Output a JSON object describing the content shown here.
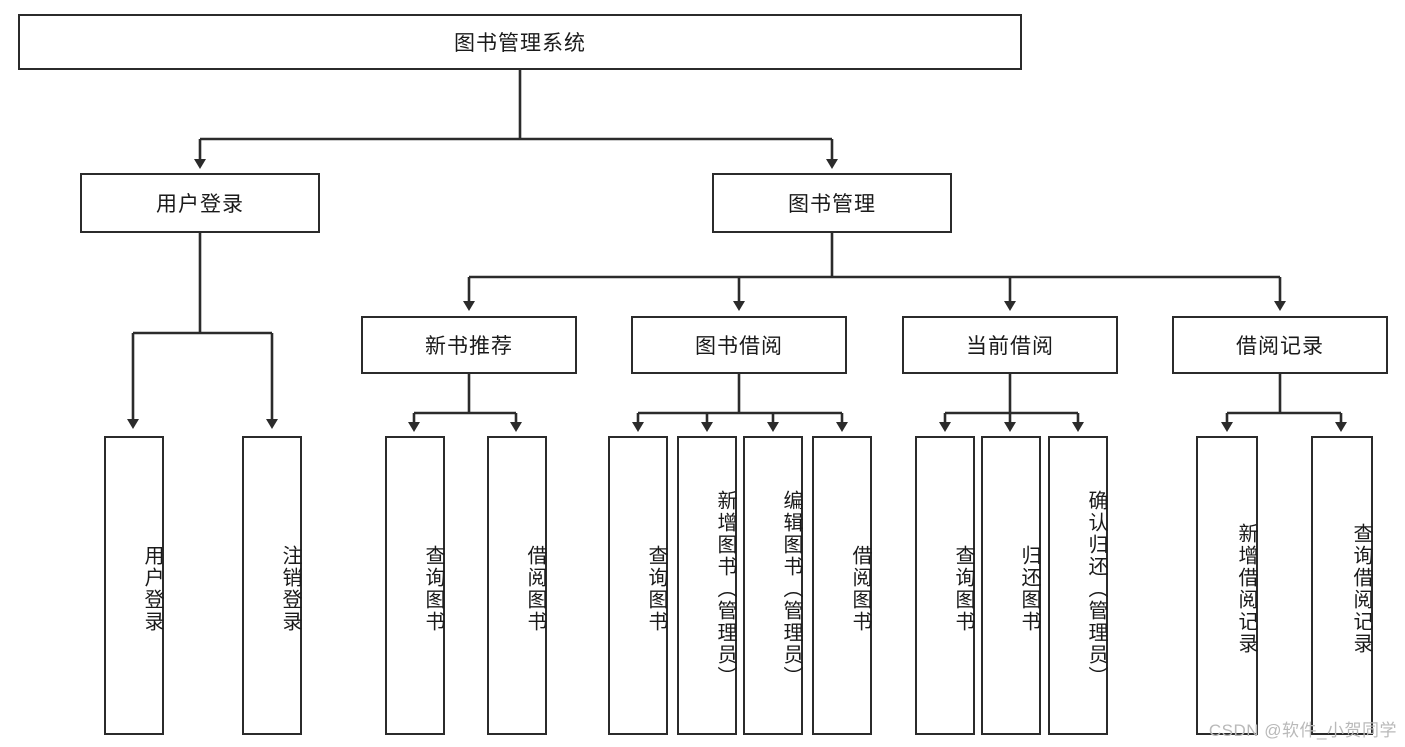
{
  "diagram": {
    "title": "图书管理系统",
    "type": "hierarchy-tree",
    "root": {
      "id": "root",
      "label": "图书管理系统"
    },
    "level2": [
      {
        "id": "user-login",
        "label": "用户登录"
      },
      {
        "id": "book-manage",
        "label": "图书管理"
      }
    ],
    "level3": [
      {
        "id": "new-book-rec",
        "label": "新书推荐"
      },
      {
        "id": "book-borrow",
        "label": "图书借阅"
      },
      {
        "id": "current-borrow",
        "label": "当前借阅"
      },
      {
        "id": "borrow-record",
        "label": "借阅记录"
      }
    ],
    "leaves": {
      "user_login": [
        {
          "id": "leaf-user-login",
          "label": "用户登录"
        },
        {
          "id": "leaf-logout",
          "label": "注销登录"
        }
      ],
      "new_book_rec": [
        {
          "id": "leaf-query-book-1",
          "label": "查询图书"
        },
        {
          "id": "leaf-borrow-book-1",
          "label": "借阅图书"
        }
      ],
      "book_borrow": [
        {
          "id": "leaf-query-book-2",
          "label": "查询图书"
        },
        {
          "id": "leaf-add-book",
          "label": "新增图书（管理员）"
        },
        {
          "id": "leaf-edit-book",
          "label": "编辑图书（管理员）"
        },
        {
          "id": "leaf-borrow-book-2",
          "label": "借阅图书"
        }
      ],
      "current_borrow": [
        {
          "id": "leaf-query-book-3",
          "label": "查询图书"
        },
        {
          "id": "leaf-return-book",
          "label": "归还图书"
        },
        {
          "id": "leaf-confirm-return",
          "label": "确认归还（管理员）"
        }
      ],
      "borrow_record": [
        {
          "id": "leaf-add-record",
          "label": "新增借阅记录"
        },
        {
          "id": "leaf-query-record",
          "label": "查询借阅记录"
        }
      ]
    }
  },
  "watermark": {
    "text": "CSDN @软件_小贺同学"
  },
  "colors": {
    "stroke": "#2b2b2b",
    "background": "#ffffff",
    "text": "#1a1a1a",
    "watermark": "#b9b9b9"
  }
}
